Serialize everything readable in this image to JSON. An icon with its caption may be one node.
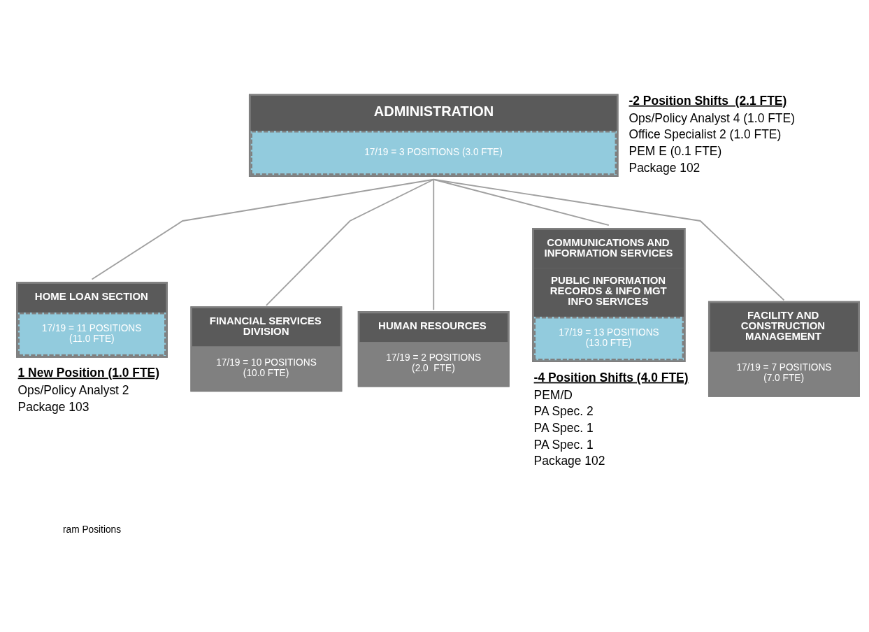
{
  "diagram": {
    "nodes": [
      {
        "text": [
          "ADMINISTRATION",
          "17/19 = 3 POSITIONS (3.0 FTE)"
        ],
        "beside": [
          "-2 Position Shifts  (2.1 FTE)",
          "Ops/Policy Analyst 4 (1.0 FTE)",
          "Office Specialist 2 (1.0 FTE)",
          "PEM E (0.1 FTE)",
          "Package 102"
        ]
      },
      {
        "text": [
          "HOME LOAN SECTION",
          "17/19 = 11 POSITIONS (11.0 FTE)"
        ],
        "beside": [
          "1 New Position (1.0 FTE)",
          "Ops/Policy Analyst 2",
          "Package 103"
        ]
      },
      {
        "text": [
          "FINANCIAL SERVICES DIVISION",
          "17/19 = 10 POSITIONS (10.0 FTE)"
        ]
      },
      {
        "text": [
          "HUMAN RESOURCES",
          "17/19 = 2 POSITIONS (2.0  FTE)"
        ]
      },
      {
        "text": [
          "COMMUNICATIONS AND INFORMATION SERVICES",
          "PUBLIC INFORMATION RECORDS & INFO MGT INFO SERVICES",
          "17/19 = 13 POSITIONS (13.0 FTE)"
        ],
        "beside": [
          "-4 Position Shifts (4.0 FTE)",
          "PEM/D",
          "PA Spec. 2",
          "PA Spec. 1",
          "PA Spec. 1",
          "Package 102"
        ]
      },
      {
        "text": [
          "FACILITY AND CONSTRUCTION MANAGEMENT",
          "17/19 = 7 POSITIONS (7.0 FTE)"
        ]
      }
    ],
    "edges": [
      {
        "from": 0,
        "to": 1,
        "arrow": "none"
      },
      {
        "from": 0,
        "to": 2,
        "arrow": "none"
      },
      {
        "from": 0,
        "to": 3,
        "arrow": "none"
      },
      {
        "from": 0,
        "to": 4,
        "arrow": "none"
      },
      {
        "from": 0,
        "to": 5,
        "arrow": "none"
      }
    ],
    "labels": [
      "ram Positions"
    ]
  }
}
